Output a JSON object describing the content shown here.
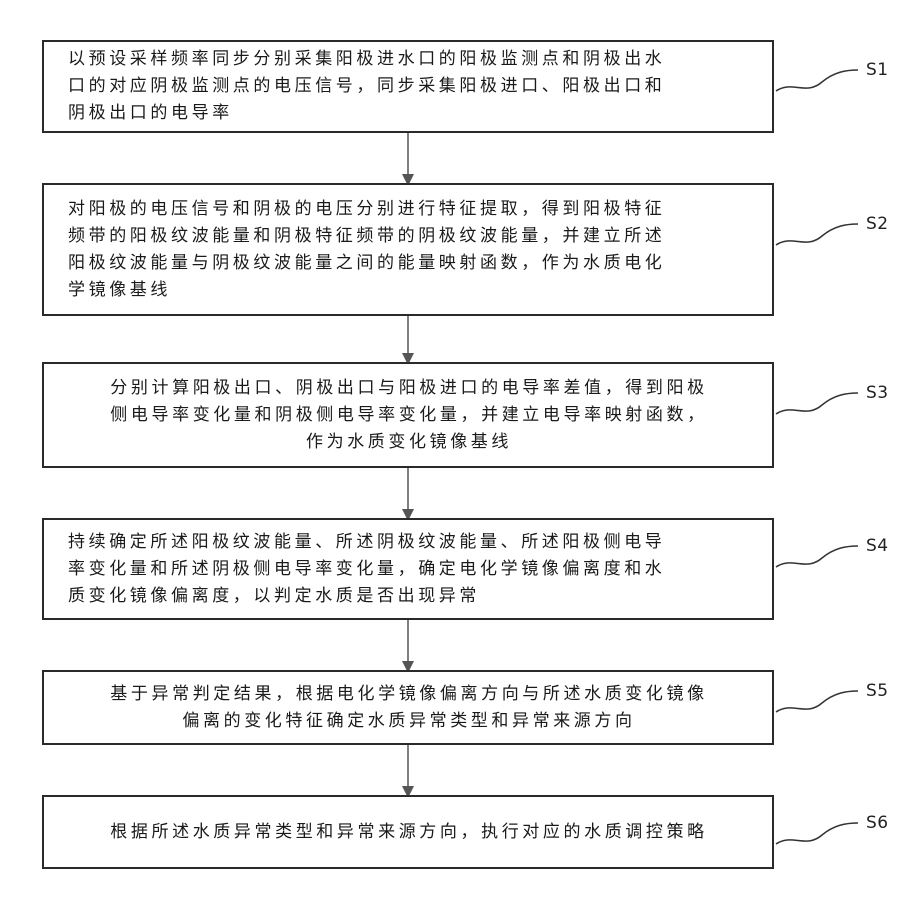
{
  "steps": [
    {
      "id": "S1",
      "text": "以预设采样频率同步分别采集阳极进水口的阳极监测点和阴极出水\n口的对应阴极监测点的电压信号，同步采集阳极进口、阳极出口和\n阴极出口的电导率"
    },
    {
      "id": "S2",
      "text": "对阳极的电压信号和阴极的电压分别进行特征提取，得到阳极特征\n频带的阳极纹波能量和阴极特征频带的阴极纹波能量，并建立所述\n阳极纹波能量与阴极纹波能量之间的能量映射函数，作为水质电化\n学镜像基线"
    },
    {
      "id": "S3",
      "text": "分别计算阳极出口、阴极出口与阳极进口的电导率差值，得到阳极\n侧电导率变化量和阴极侧电导率变化量，并建立电导率映射函数，\n作为水质变化镜像基线"
    },
    {
      "id": "S4",
      "text": "持续确定所述阳极纹波能量、所述阴极纹波能量、所述阳极侧电导\n率变化量和所述阴极侧电导率变化量，确定电化学镜像偏离度和水\n质变化镜像偏离度，以判定水质是否出现异常"
    },
    {
      "id": "S5",
      "text": "基于异常判定结果，根据电化学镜像偏离方向与所述水质变化镜像\n偏离的变化特征确定水质异常类型和异常来源方向"
    },
    {
      "id": "S6",
      "text": "根据所述水质异常类型和异常来源方向，执行对应的水质调控策略"
    }
  ]
}
